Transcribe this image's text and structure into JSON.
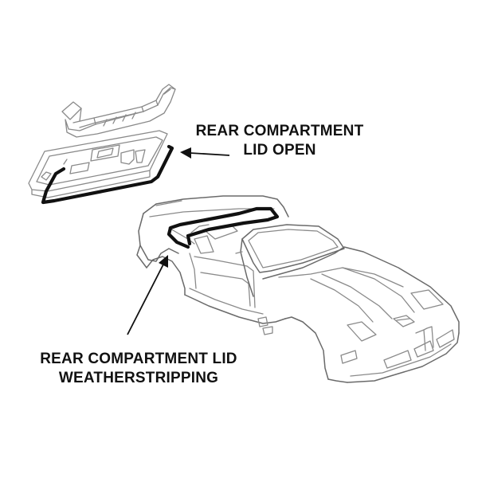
{
  "labels": {
    "lid_open": {
      "line1": "REAR COMPARTMENT",
      "line2": "LID OPEN"
    },
    "weatherstripping": {
      "line1": "REAR COMPARTMENT LID",
      "line2": "WEATHERSTRIPPING"
    }
  },
  "colors": {
    "line_art": "#8a8a8a",
    "weatherstrip": "#111111",
    "text": "#111111",
    "background": "#ffffff"
  }
}
